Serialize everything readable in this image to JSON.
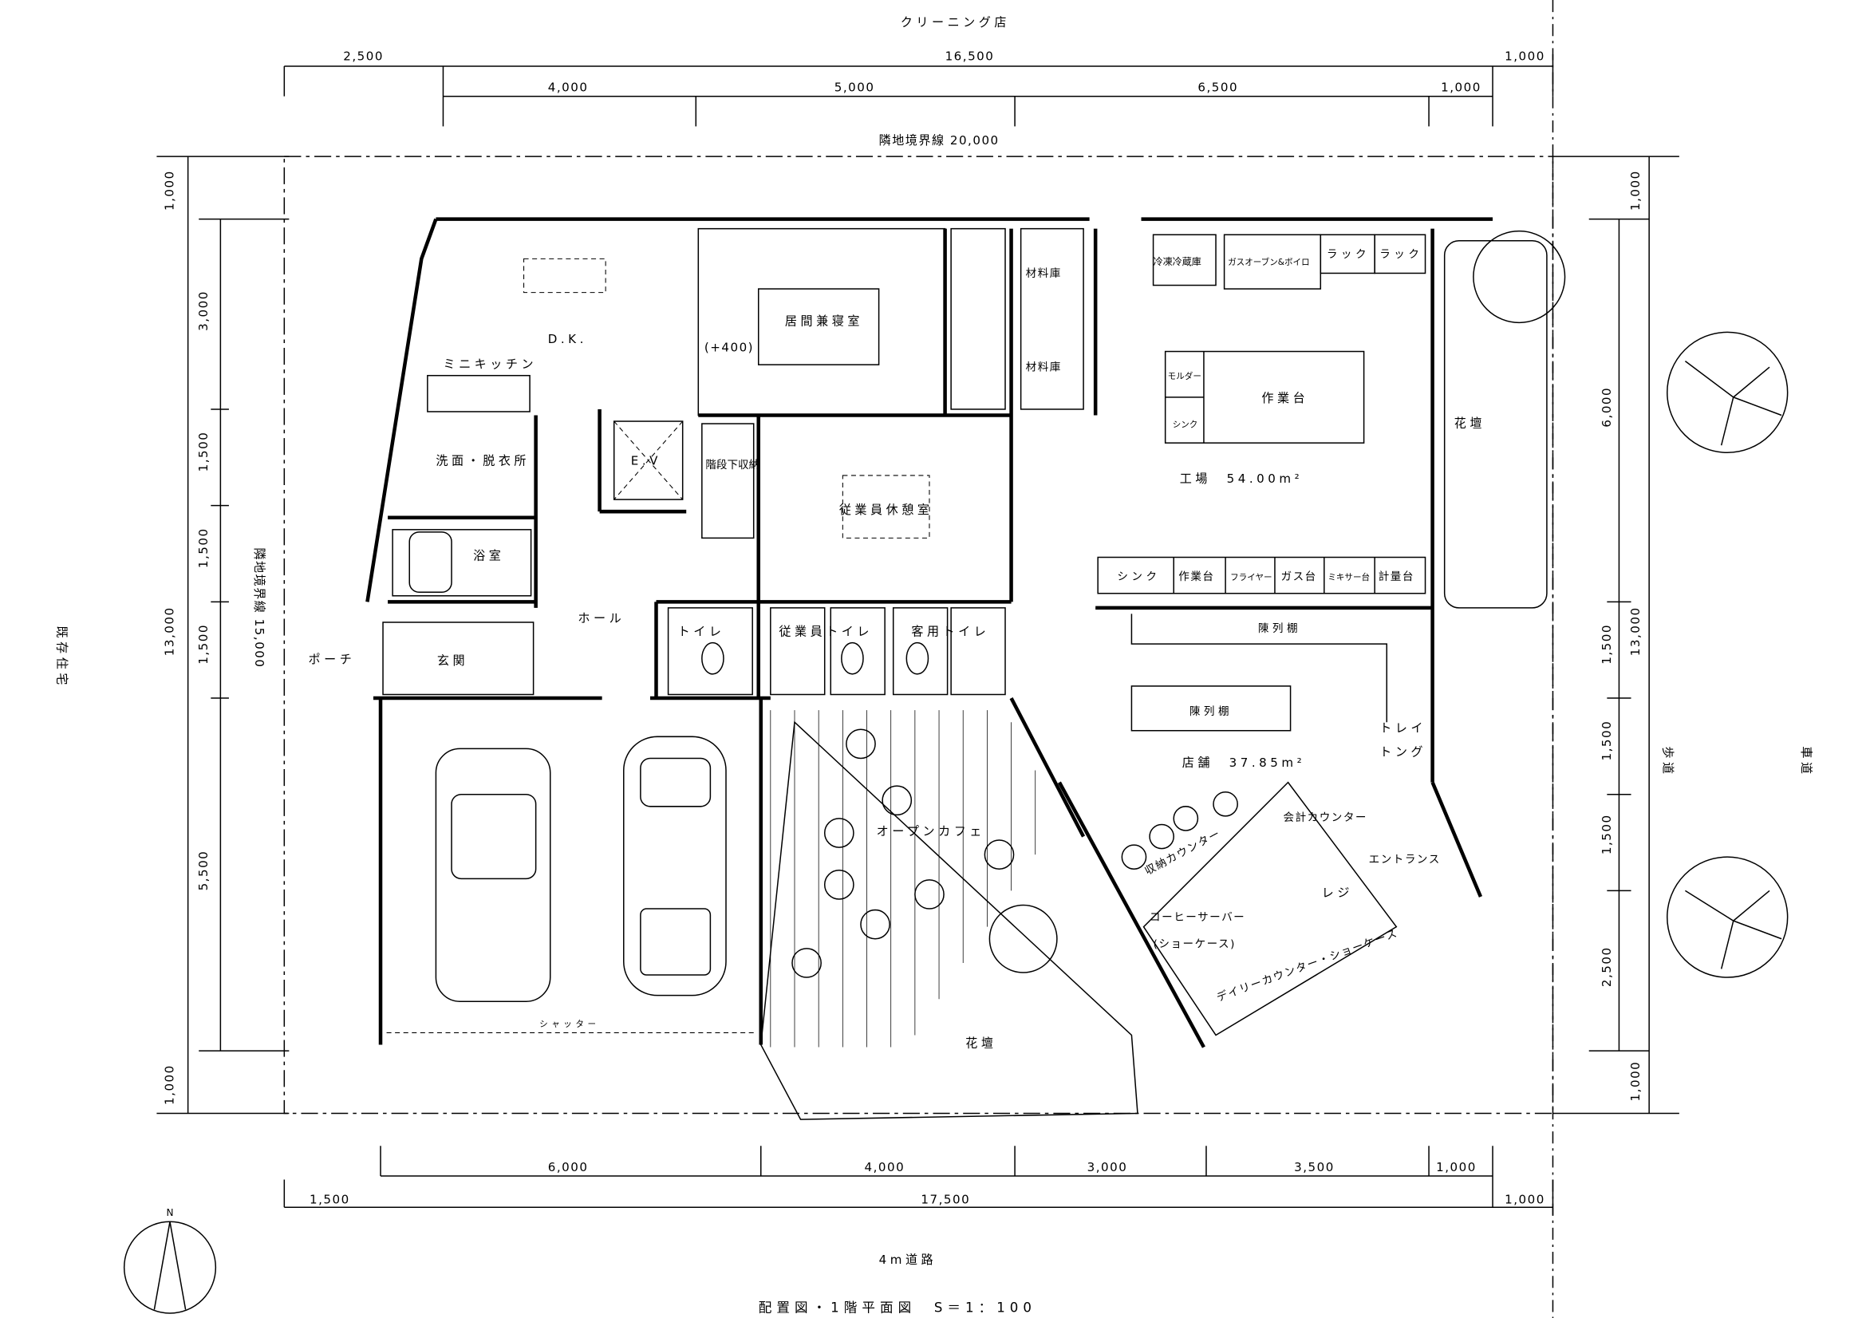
{
  "title": "配置図・1階平面図　S＝1：100",
  "north": "N",
  "surroundings": {
    "top": "クリーニング店",
    "left": "既存住宅",
    "bottom": "4m道路",
    "sidewalk": "歩道",
    "roadway": "車道"
  },
  "boundary": {
    "top": "隣地境界線 20,000",
    "left": "隣地境界線 15,000"
  },
  "dims": {
    "top_row1": [
      "2,500",
      "16,500",
      "1,000"
    ],
    "top_row2": [
      "4,000",
      "5,000",
      "6,500",
      "1,000"
    ],
    "bottom_row1": [
      "6,000",
      "4,000",
      "3,000",
      "3,500",
      "1,000"
    ],
    "bottom_row2": [
      "1,500",
      "17,500",
      "1,000"
    ],
    "left": [
      "1,000",
      "3,000",
      "1,500",
      "1,500",
      "13,000",
      "1,500",
      "5,500",
      "1,000"
    ],
    "right": [
      "1,000",
      "6,000",
      "13,000",
      "1,500",
      "1,500",
      "1,500",
      "2,500",
      "1,000"
    ]
  },
  "rooms": {
    "dk": "D.K.",
    "mini_kitchen": "ミニキッチン",
    "washroom": "洗面・脱衣所",
    "bath": "浴室",
    "entrance": "玄関",
    "porch": "ポーチ",
    "hall": "ホール",
    "ev": "E.V",
    "stair_storage": "階段下収納",
    "living": "居間兼寝室",
    "living_level": "(+400)",
    "material1": "材料庫",
    "material2": "材料庫",
    "staff_room": "従業員休憩室",
    "toilet": "トイレ",
    "staff_toilet": "従業員トイレ",
    "guest_toilet": "客用トイレ",
    "freezer": "冷凍冷蔵庫",
    "oven": "ガスオーブン&ボイロ",
    "rack1": "ラック",
    "rack2": "ラック",
    "moulder": "モルダー",
    "sink_small": "シンク",
    "worktable": "作業台",
    "factory": "工場　54.00m²",
    "sink": "シンク",
    "worktable2": "作業台",
    "fryer": "フライヤー",
    "gas": "ガス台",
    "mixer": "ミキサー台",
    "scale": "計量台",
    "flowerbed_right": "花壇",
    "display1": "陳列棚",
    "display2": "陳列棚",
    "shop": "店舗　37.85m²",
    "tray": "トレイ",
    "tongs": "トング",
    "checkout": "会計カウンター",
    "register": "レジ",
    "entrance_shop": "エントランス",
    "storage_counter": "収納カウンター",
    "coffee": "コーヒーサーバー",
    "showcase": "(ショーケース)",
    "daily_counter": "デイリーカウンター・ショーケース",
    "cafe": "オープンカフェ",
    "flowerbed": "花壇",
    "shutter": "シャッター"
  }
}
